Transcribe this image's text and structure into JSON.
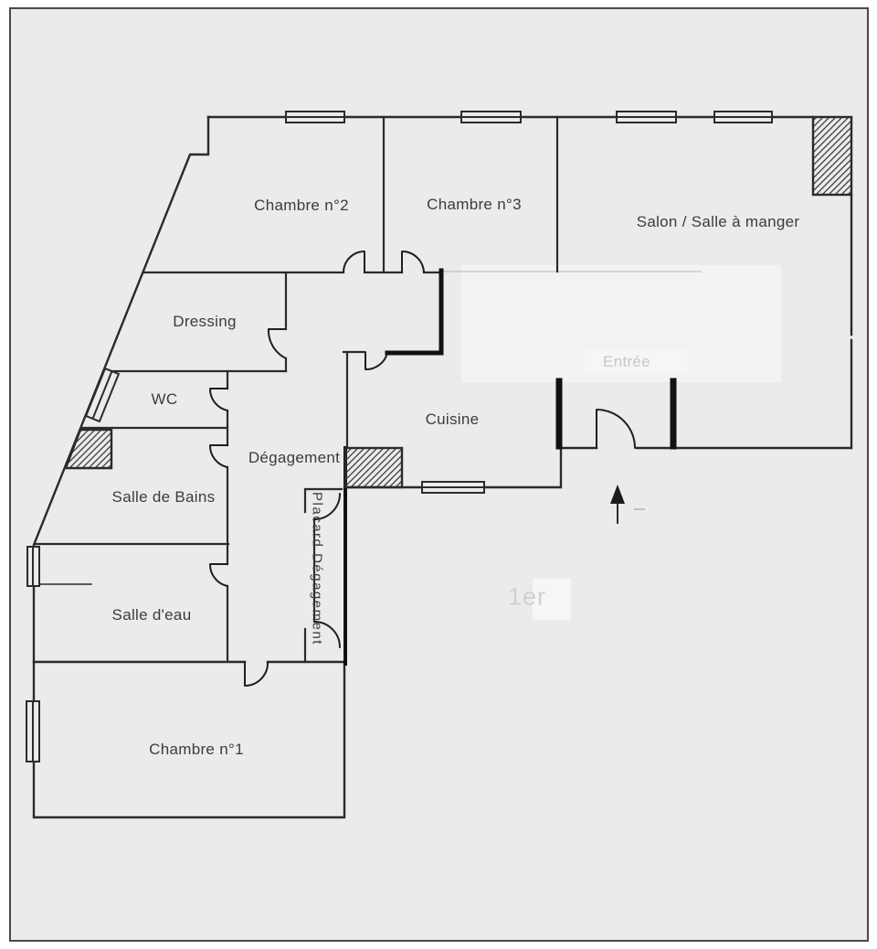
{
  "colors": {
    "page_background": "#ebebeb",
    "wall": "#2b2b2b",
    "load_bearing_wall": "#111111",
    "label_text": "#3c3c3c",
    "faint_text": "#c7c7c7"
  },
  "floorplan": {
    "rooms": {
      "chambre1": {
        "label": "Chambre n°1"
      },
      "chambre2": {
        "label": "Chambre n°2"
      },
      "chambre3": {
        "label": "Chambre n°3"
      },
      "salon": {
        "label": "Salon / Salle à manger"
      },
      "dressing": {
        "label": "Dressing"
      },
      "wc": {
        "label": "WC"
      },
      "cuisine": {
        "label": "Cuisine"
      },
      "degagement": {
        "label": "Dégagement"
      },
      "salle_de_bains": {
        "label": "Salle de Bains"
      },
      "salle_deau": {
        "label": "Salle d'eau"
      },
      "placard": {
        "label": "Placard Dégagement"
      }
    },
    "annotations": {
      "entree": "Entrée",
      "floor": "1er"
    }
  }
}
